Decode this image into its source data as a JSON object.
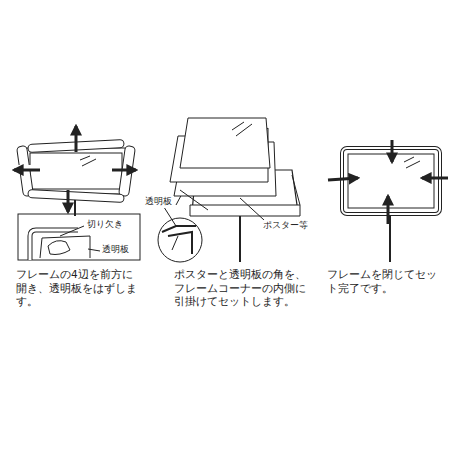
{
  "diagram": {
    "labels": [
      "切り欠き",
      "透明板",
      "フレームの4辺を前方に開き、透明板をはずします。",
      "透明板",
      "ポスター等",
      "ポスターと透明板の角を、フレームコーナーの内側に引掛けてセットします。",
      "フレームを閉じてセット完了です。"
    ]
  }
}
